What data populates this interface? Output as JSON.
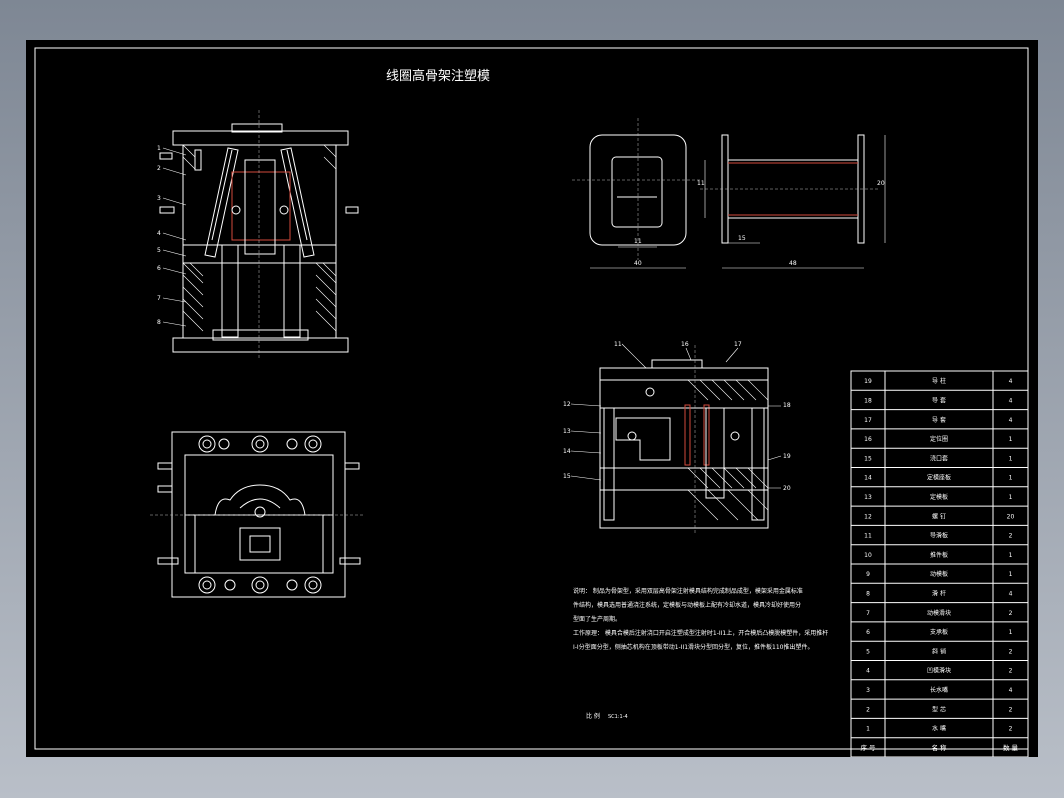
{
  "title": "线圈高骨架注塑模",
  "part_drawing": {
    "dims": [
      "11",
      "40",
      "15",
      "48"
    ],
    "vertical_dims": [
      "11",
      "20"
    ]
  },
  "leader_numbers_main": [
    "1",
    "2",
    "3",
    "4",
    "5",
    "6",
    "7",
    "8"
  ],
  "leader_numbers_side": [
    "11",
    "12",
    "13",
    "14",
    "15",
    "16",
    "17",
    "18",
    "19",
    "20"
  ],
  "notes": {
    "lines": [
      "说明：  制品为骨架型，采用双层高骨架注射模具结构完成制品成型，模架采用金属标准",
      "件结构，模具选用普通浇注系统，定模板与动模板上配有冷却水道，模具冷却好使用分",
      "型面了生产周期。",
      "工作原理：  模具合模后注射浇口开启注塑成型注射时1-II1上，开合模后凸模脱模塑件，采用推杆",
      "I-I分型面分型，侧抽芯机构在顶板带动1-II1滑块分型回分型，复位，推件板110推出塑件。"
    ]
  },
  "scale_label": "比 例",
  "scale_value": "SC1:1-4",
  "bom": {
    "headers": [
      "序 号",
      "名 称",
      "数 量"
    ],
    "rows": [
      [
        "19",
        "导 柱",
        "4"
      ],
      [
        "18",
        "导 套",
        "4"
      ],
      [
        "17",
        "导 套",
        "4"
      ],
      [
        "16",
        "定位圈",
        "1"
      ],
      [
        "15",
        "浇口套",
        "1"
      ],
      [
        "14",
        "定模座板",
        "1"
      ],
      [
        "13",
        "定模板",
        "1"
      ],
      [
        "12",
        "螺 钉",
        "20"
      ],
      [
        "11",
        "导滑板",
        "2"
      ],
      [
        "10",
        "推件板",
        "1"
      ],
      [
        "9",
        "动模板",
        "1"
      ],
      [
        "8",
        "滑 杆",
        "4"
      ],
      [
        "7",
        "动模滑块",
        "2"
      ],
      [
        "6",
        "支承板",
        "1"
      ],
      [
        "5",
        "斜 销",
        "2"
      ],
      [
        "4",
        "凹模滑块",
        "2"
      ],
      [
        "3",
        "长水嘴",
        "4"
      ],
      [
        "2",
        "型 芯",
        "2"
      ],
      [
        "1",
        "水 嘴",
        "2"
      ]
    ]
  }
}
